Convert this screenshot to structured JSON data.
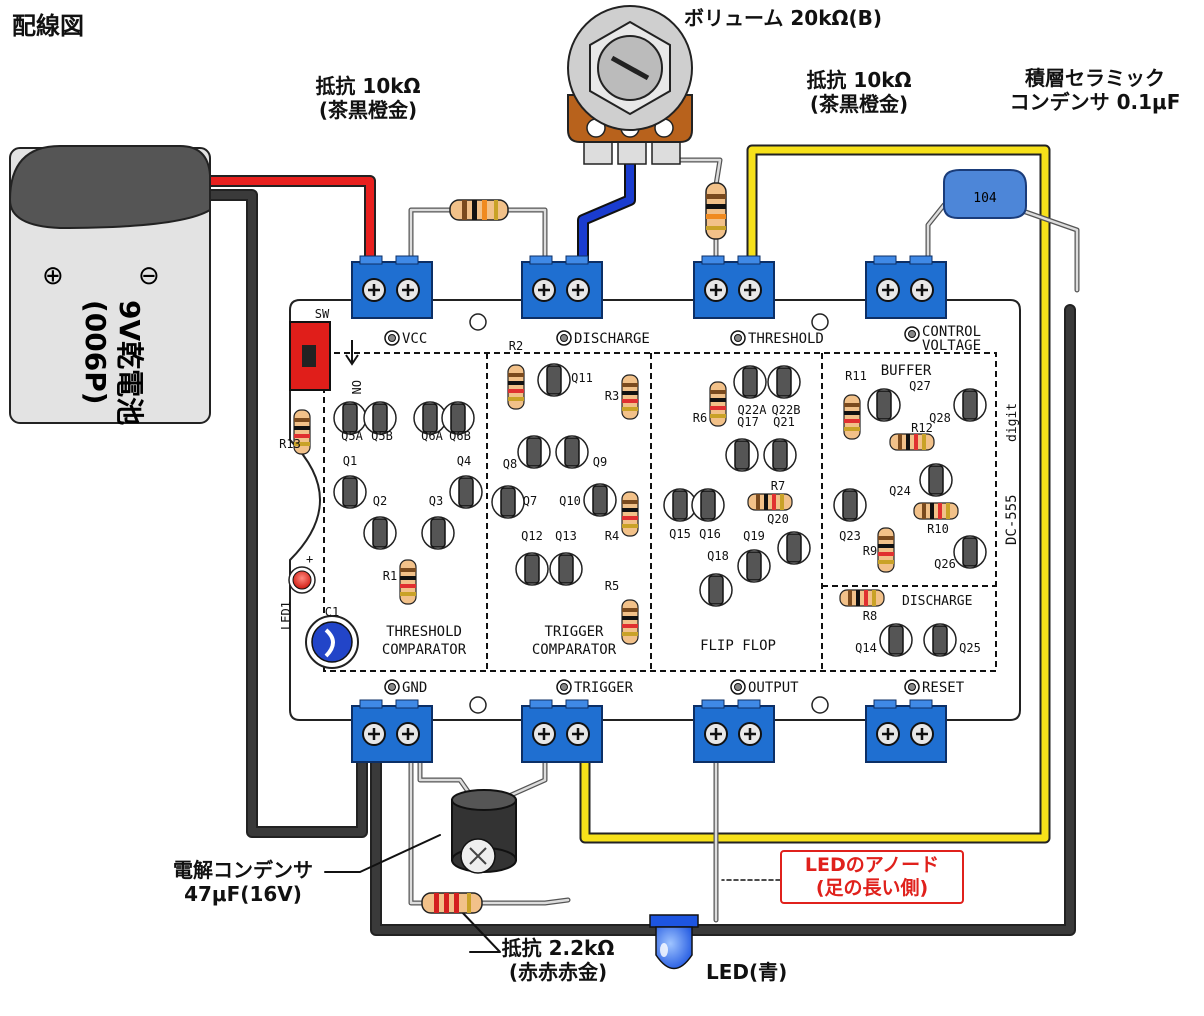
{
  "title": "配線図",
  "labels": {
    "volume": "ボリューム 20kΩ(B)",
    "r_left_line1": "抵抗 10kΩ",
    "r_left_line2": "(茶黒橙金)",
    "r_right_line1": "抵抗 10kΩ",
    "r_right_line2": "(茶黒橙金)",
    "ceramic_line1": "積層セラミック",
    "ceramic_line2": "コンデンサ 0.1μF",
    "electrolytic_line1": "電解コンデンサ",
    "electrolytic_line2": "47μF(16V)",
    "r_bottom_line1": "抵抗 2.2kΩ",
    "r_bottom_line2": "(赤赤赤金)",
    "led": "LED(青)",
    "led_anode_line1": "LEDのアノード",
    "led_anode_line2": "(足の長い側)",
    "battery": "9V乾電池",
    "battery_sub": "(006P)",
    "battery_plus": "⊕",
    "battery_minus": "⊖",
    "ceramic_code": "104"
  },
  "pcb": {
    "pins_top": [
      "VCC",
      "DISCHARGE",
      "THRESHOLD",
      "CONTROL",
      "VOLTAGE"
    ],
    "pins_bottom": [
      "GND",
      "TRIGGER",
      "OUTPUT",
      "RESET"
    ],
    "sections": [
      "THRESHOLD",
      "COMPARATOR",
      "TRIGGER",
      "COMPARATOR",
      "FLIP FLOP",
      "BUFFER",
      "DISCHARGE"
    ],
    "model": "DC-555",
    "digit": "digit",
    "switch": "SW",
    "switch_on": "ON",
    "led1": "LED1",
    "c1": "C1",
    "plus": "+",
    "transistors": [
      "Q5A",
      "Q5B",
      "Q6A",
      "Q6B",
      "Q1",
      "Q4",
      "Q2",
      "Q3",
      "Q11",
      "Q8",
      "Q9",
      "Q7",
      "Q10",
      "Q12",
      "Q13",
      "Q22A",
      "Q22B",
      "Q17",
      "Q21",
      "Q15",
      "Q16",
      "Q20",
      "Q18",
      "Q19",
      "Q27",
      "Q28",
      "Q24",
      "Q23",
      "Q26",
      "Q14",
      "Q25"
    ],
    "resistors": [
      "R2",
      "R3",
      "R6",
      "R4",
      "R5",
      "R7",
      "R11",
      "R12",
      "R10",
      "R9",
      "R8",
      "R13",
      "R1"
    ]
  },
  "colors": {
    "terminal": "#1f6fd1",
    "wire_red": "#e8201e",
    "wire_blue": "#1a3ccf",
    "wire_yellow": "#f7e11a",
    "wire_black": "#3a3a3a",
    "pot": "#b8621c",
    "label_red": "#e0211c"
  }
}
